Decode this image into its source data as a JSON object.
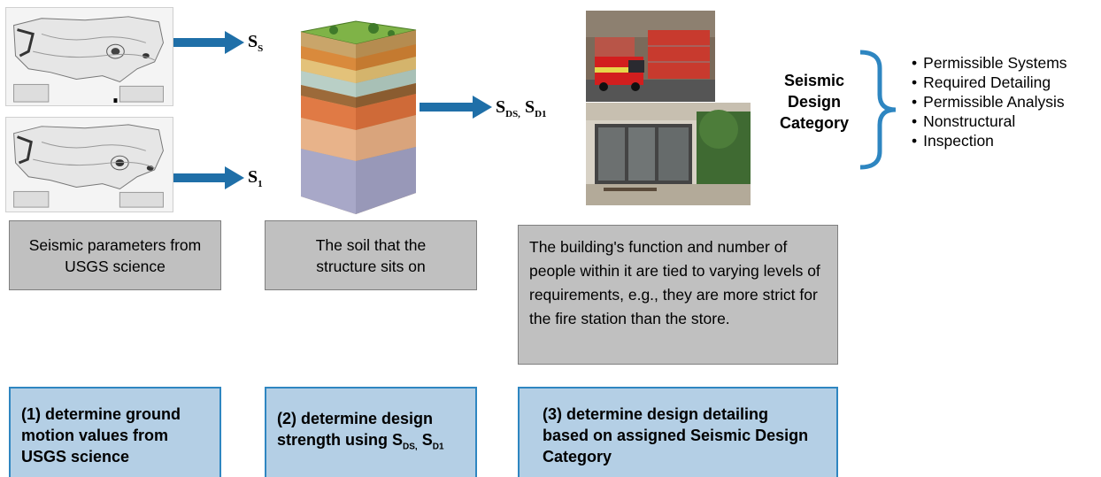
{
  "labels": {
    "ss_main": "S",
    "ss_sub": "S",
    "s1_main": "S",
    "s1_sub": "1",
    "sds_main1": "S",
    "sds_sub1": "DS,",
    "sds_main2": "S",
    "sds_sub2": "D1"
  },
  "captions": {
    "usgs": "Seismic parameters from USGS science",
    "soil": "The soil that the structure sits on",
    "building": "The building's function and number of people within it are tied to varying levels of requirements, e.g., they are more strict for the fire station than the store."
  },
  "steps": {
    "step1": "(1) determine ground motion values from USGS science",
    "step2_text": "(2) determine design strength using ",
    "step2_s1": "S",
    "step2_sub1": "DS,",
    "step2_s2": "S",
    "step2_sub2": "D1",
    "step3": "(3) determine design detailing based on assigned Seismic Design Category"
  },
  "sdc": {
    "title_line1": "Seismic",
    "title_line2": "Design",
    "title_line3": "Category",
    "items": [
      "Permissible Systems",
      "Required Detailing",
      "Permissible Analysis",
      "Nonstructural",
      "Inspection"
    ]
  },
  "colors": {
    "arrow": "#1f6fa8",
    "brace": "#2e86c1",
    "blue_box_fill": "#b4cfe5",
    "gray_box_fill": "#c0c0c0"
  },
  "icons": [
    "usgs-map-image",
    "soil-column-image",
    "fire-station-photo",
    "store-photo",
    "right-arrow-icon",
    "curly-brace-icon"
  ]
}
